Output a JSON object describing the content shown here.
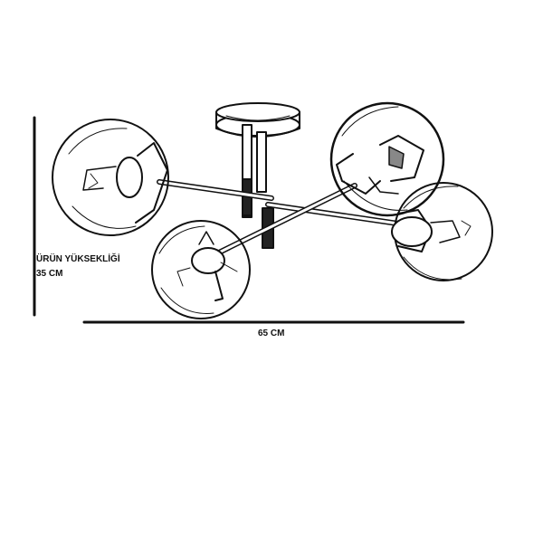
{
  "dimensions": {
    "height_label": "ÜRÜN YÜKSEKLİĞİ",
    "height_value": "35 CM",
    "width_value": "65 CM"
  },
  "colors": {
    "line": "#111111",
    "background": "#ffffff"
  }
}
